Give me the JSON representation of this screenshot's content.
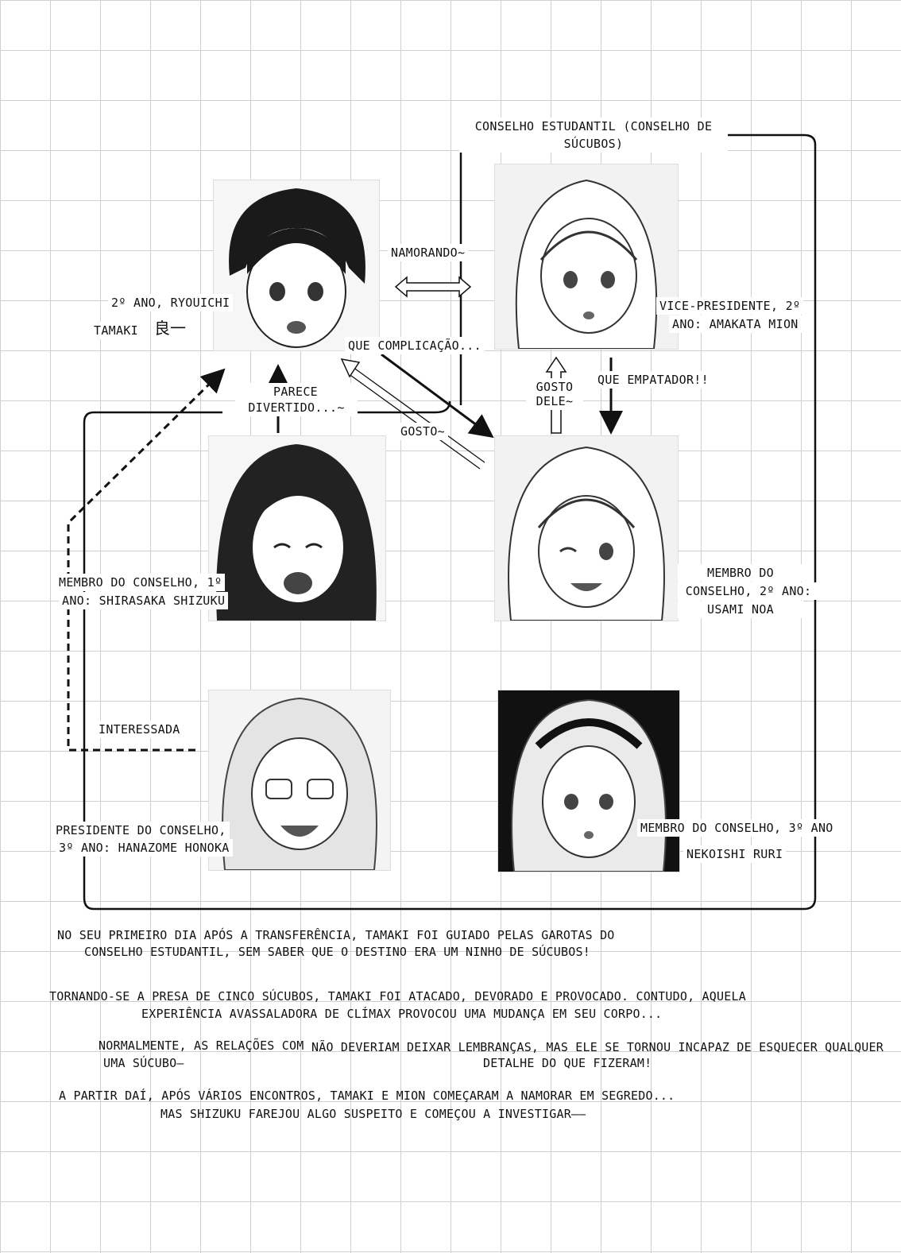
{
  "title": "CONSELHO ESTUDANTIL (CONSELHO DE SÚCUBOS)",
  "characters": {
    "tamaki": {
      "label_line1": "2º ANO, RYOUICHI",
      "label_line2": "TAMAKI",
      "kanji": "良一"
    },
    "mion": {
      "label_line1": "VICE-PRESIDENTE, 2º",
      "label_line2": "ANO: AMAKATA MION"
    },
    "shizuku": {
      "label_line1": "MEMBRO DO CONSELHO, 1º",
      "label_line2": "ANO: SHIRASAKA SHIZUKU"
    },
    "noa": {
      "label_line1": "MEMBRO DO",
      "label_line2": "CONSELHO, 2º ANO:",
      "label_line3": "USAMI NOA"
    },
    "honoka": {
      "label_line1": "PRESIDENTE DO CONSELHO,",
      "label_line2": "3º ANO: HANAZOME HONOKA"
    },
    "ruri": {
      "label_line1": "MEMBRO DO CONSELHO, 3º ANO",
      "label_line2": "NEKOISHI RURI"
    }
  },
  "relations": {
    "dating": "NAMORANDO~",
    "complication": "QUE COMPLICAÇÃO...",
    "looks_fun_line1": "PARECE",
    "looks_fun_line2": "DIVERTIDO...~",
    "likes": "GOSTO~",
    "likes_him_line1": "GOSTO",
    "likes_him_line2": "DELE~",
    "blocker": "QUE EMPATADOR!!",
    "interested": "INTERESSADA"
  },
  "story": {
    "p1_line1": "NO SEU PRIMEIRO DIA APÓS A TRANSFERÊNCIA, TAMAKI FOI GUIADO PELAS GAROTAS DO",
    "p1_line2": "CONSELHO ESTUDANTIL, SEM SABER QUE O DESTINO ERA UM NINHO DE SÚCUBOS!",
    "p2_line1": "TORNANDO-SE A PRESA DE CINCO SÚCUBOS, TAMAKI FOI ATACADO, DEVORADO E PROVOCADO. CONTUDO, AQUELA",
    "p2_line2": "EXPERIÊNCIA AVASSALADORA DE CLÍMAX PROVOCOU UMA MUDANÇA EM SEU CORPO...",
    "p3_left_line1": "NORMALMENTE, AS RELAÇÕES COM",
    "p3_left_line2": "UMA SÚCUBO—",
    "p3_right_line1": "NÃO DEVERIAM DEIXAR LEMBRANÇAS, MAS ELE SE TORNOU INCAPAZ DE ESQUECER  QUALQUER",
    "p3_right_line2": "DETALHE DO QUE FIZERAM!",
    "p4_line1": "A PARTIR DAÍ, APÓS VÁRIOS ENCONTROS, TAMAKI E MION COMEÇARAM A NAMORAR EM SEGREDO...",
    "p4_line2": "MAS SHIZUKU FAREJOU ALGO SUSPEITO E COMEÇOU A INVESTIGAR——"
  }
}
